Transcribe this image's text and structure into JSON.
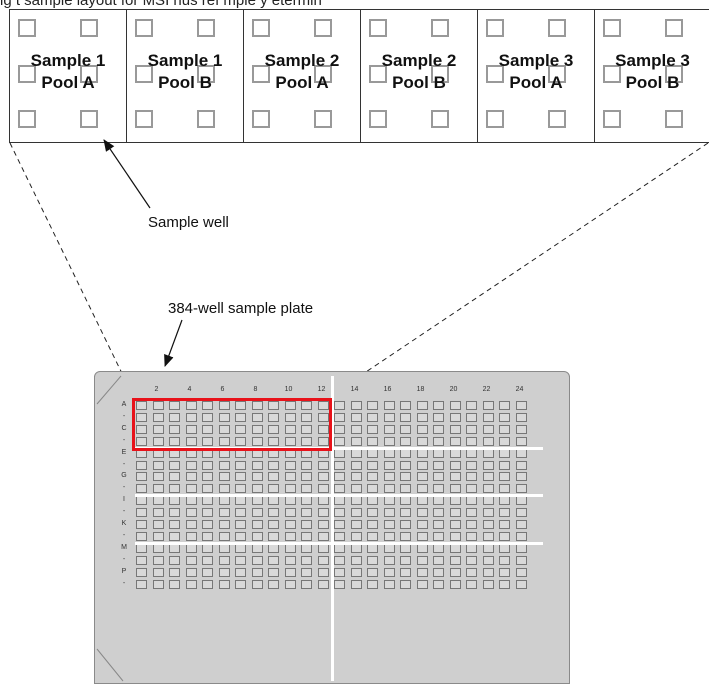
{
  "caption": "ig      t sample layout for MSI    hus ref mple    y     etermin",
  "cells": [
    {
      "line1": "Sample 1",
      "line2": "Pool A"
    },
    {
      "line1": "Sample 1",
      "line2": "Pool B"
    },
    {
      "line1": "Sample 2",
      "line2": "Pool A"
    },
    {
      "line1": "Sample 2",
      "line2": "Pool B"
    },
    {
      "line1": "Sample 3",
      "line2": "Pool A"
    },
    {
      "line1": "Sample 3",
      "line2": "Pool B"
    }
  ],
  "labels": {
    "sample_well": "Sample well",
    "plate": "384-well sample plate"
  },
  "plate": {
    "column_numbers": [
      "2",
      "4",
      "6",
      "8",
      "10",
      "12",
      "14",
      "16",
      "18",
      "20",
      "22",
      "24"
    ],
    "row_letters": [
      "A",
      "-",
      "C",
      "-",
      "E",
      "-",
      "G",
      "-",
      "I",
      "-",
      "K",
      "-",
      "M",
      "-",
      "P",
      "-"
    ]
  },
  "colors": {
    "highlight": "#e8121a",
    "plate": "#cfcfcf",
    "well_border": "#999999"
  }
}
